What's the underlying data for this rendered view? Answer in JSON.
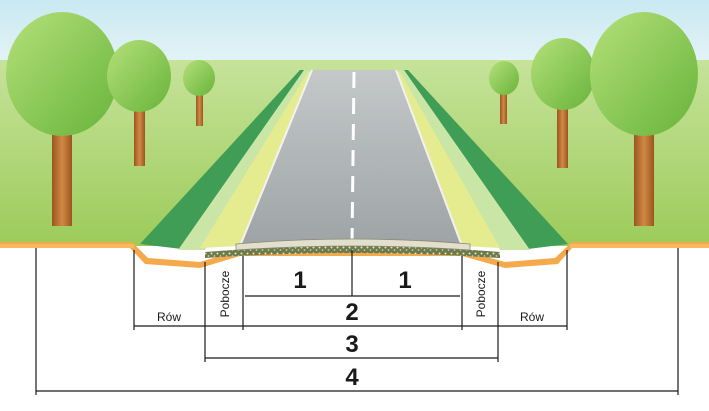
{
  "labels": {
    "carriageway_lane_left": "1",
    "carriageway_lane_right": "1",
    "carriageway": "2",
    "crown_width": "3",
    "road_belt": "4",
    "shoulder_left": "Pobocze",
    "shoulder_right": "Pobocze",
    "ditch_left": "Rów",
    "ditch_right": "Rów"
  },
  "colors": {
    "sky": "#d7eef4",
    "grass": "#b9dc7e",
    "grass_light": "#d6ec9e",
    "ground": "#f7b35a",
    "asphalt": "#a9aeb0",
    "shoulder": "#e9ef9a",
    "slope": "#3a9b52",
    "tree_crown": "#8fcf4e",
    "tree_trunk": "#b5692a"
  },
  "icons": {
    "trees": "deciduous-tree-icon"
  }
}
